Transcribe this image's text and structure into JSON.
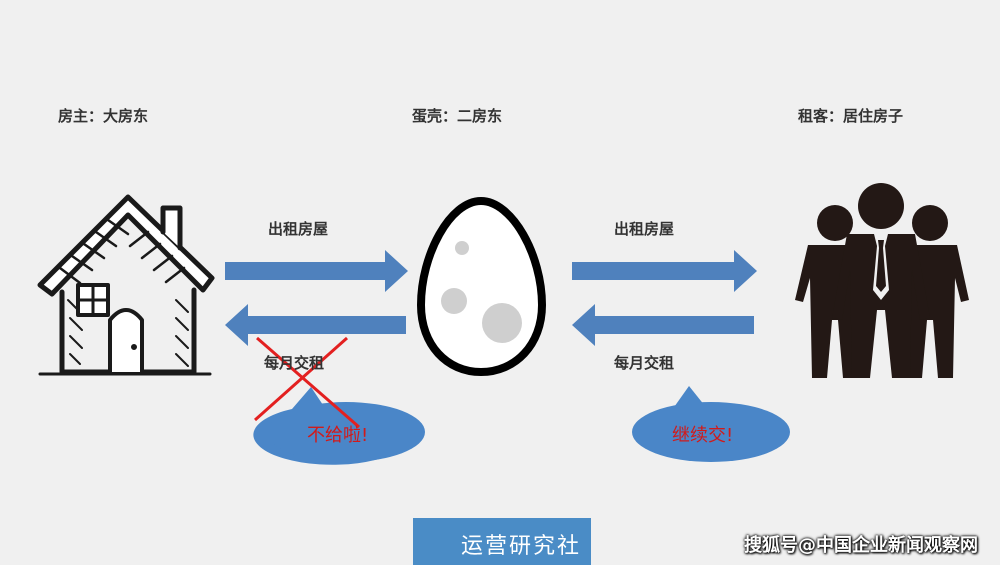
{
  "roles": {
    "landlord": "房主：大房东",
    "eggshell": "蛋壳：二房东",
    "tenant": "租客：居住房子"
  },
  "arrows": {
    "left_top": "出租房屋",
    "left_bottom": "每月交租",
    "right_top": "出租房屋",
    "right_bottom": "每月交租"
  },
  "bubbles": {
    "left": "不给啦!",
    "right": "继续交!"
  },
  "brand": {
    "text": "运营研究社",
    "icon": "share-icon"
  },
  "watermark": "搜狐号@中国企业新闻观察网",
  "colors": {
    "arrow": "#4f81bd",
    "bubble": "#4a86c8",
    "cross": "#e32020",
    "bubble_text": "#d11a1a",
    "brand_bg": "#4a8cc6"
  }
}
